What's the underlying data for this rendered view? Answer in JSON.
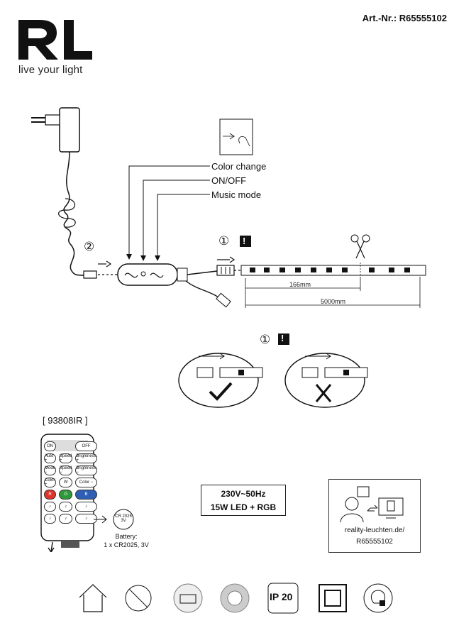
{
  "header": {
    "article_number": "Art.-Nr.: R65555102",
    "brand_logo": "RL",
    "tagline": "live your light"
  },
  "controller": {
    "labels": [
      "Color change",
      "ON/OFF",
      "Music mode"
    ]
  },
  "steps": {
    "step1": "①",
    "step2": "②",
    "warning": "!"
  },
  "strip": {
    "segment_length": "166mm",
    "total_length": "5000mm"
  },
  "remote": {
    "model": "[ 93808IR ]",
    "buttons": [
      [
        "ON",
        "",
        "OFF"
      ],
      [
        "Auto +",
        "Speed +",
        "Brightness +"
      ],
      [
        "Mode −",
        "Speed −",
        "Brightness −"
      ],
      [
        "Color +",
        "W",
        "Color −"
      ],
      [
        "R",
        "G",
        "B"
      ],
      [
        "♪",
        "♪",
        "♪"
      ],
      [
        "♪",
        "♪",
        "♪"
      ]
    ],
    "button_colors": {
      "R": "#e0352b",
      "G": "#2f9a3a",
      "B": "#2f5fb5"
    },
    "battery_icon": "CR 2025 3V",
    "battery_label_1": "Battery:",
    "battery_label_2": "1 x CR2025, 3V"
  },
  "spec": {
    "line1": "230V~50Hz",
    "line2": "15W LED + RGB"
  },
  "info": {
    "line1": "reality-leuchten.de/",
    "line2": "R65555102"
  },
  "bottom_icons": {
    "ip_rating": "IP 20",
    "names": [
      "indoor-use-icon",
      "no-dimmer-icon",
      "led-module-icon",
      "led-lamp-icon",
      "ip20-icon",
      "protection-class-icon",
      "bulb-lock-icon"
    ]
  }
}
